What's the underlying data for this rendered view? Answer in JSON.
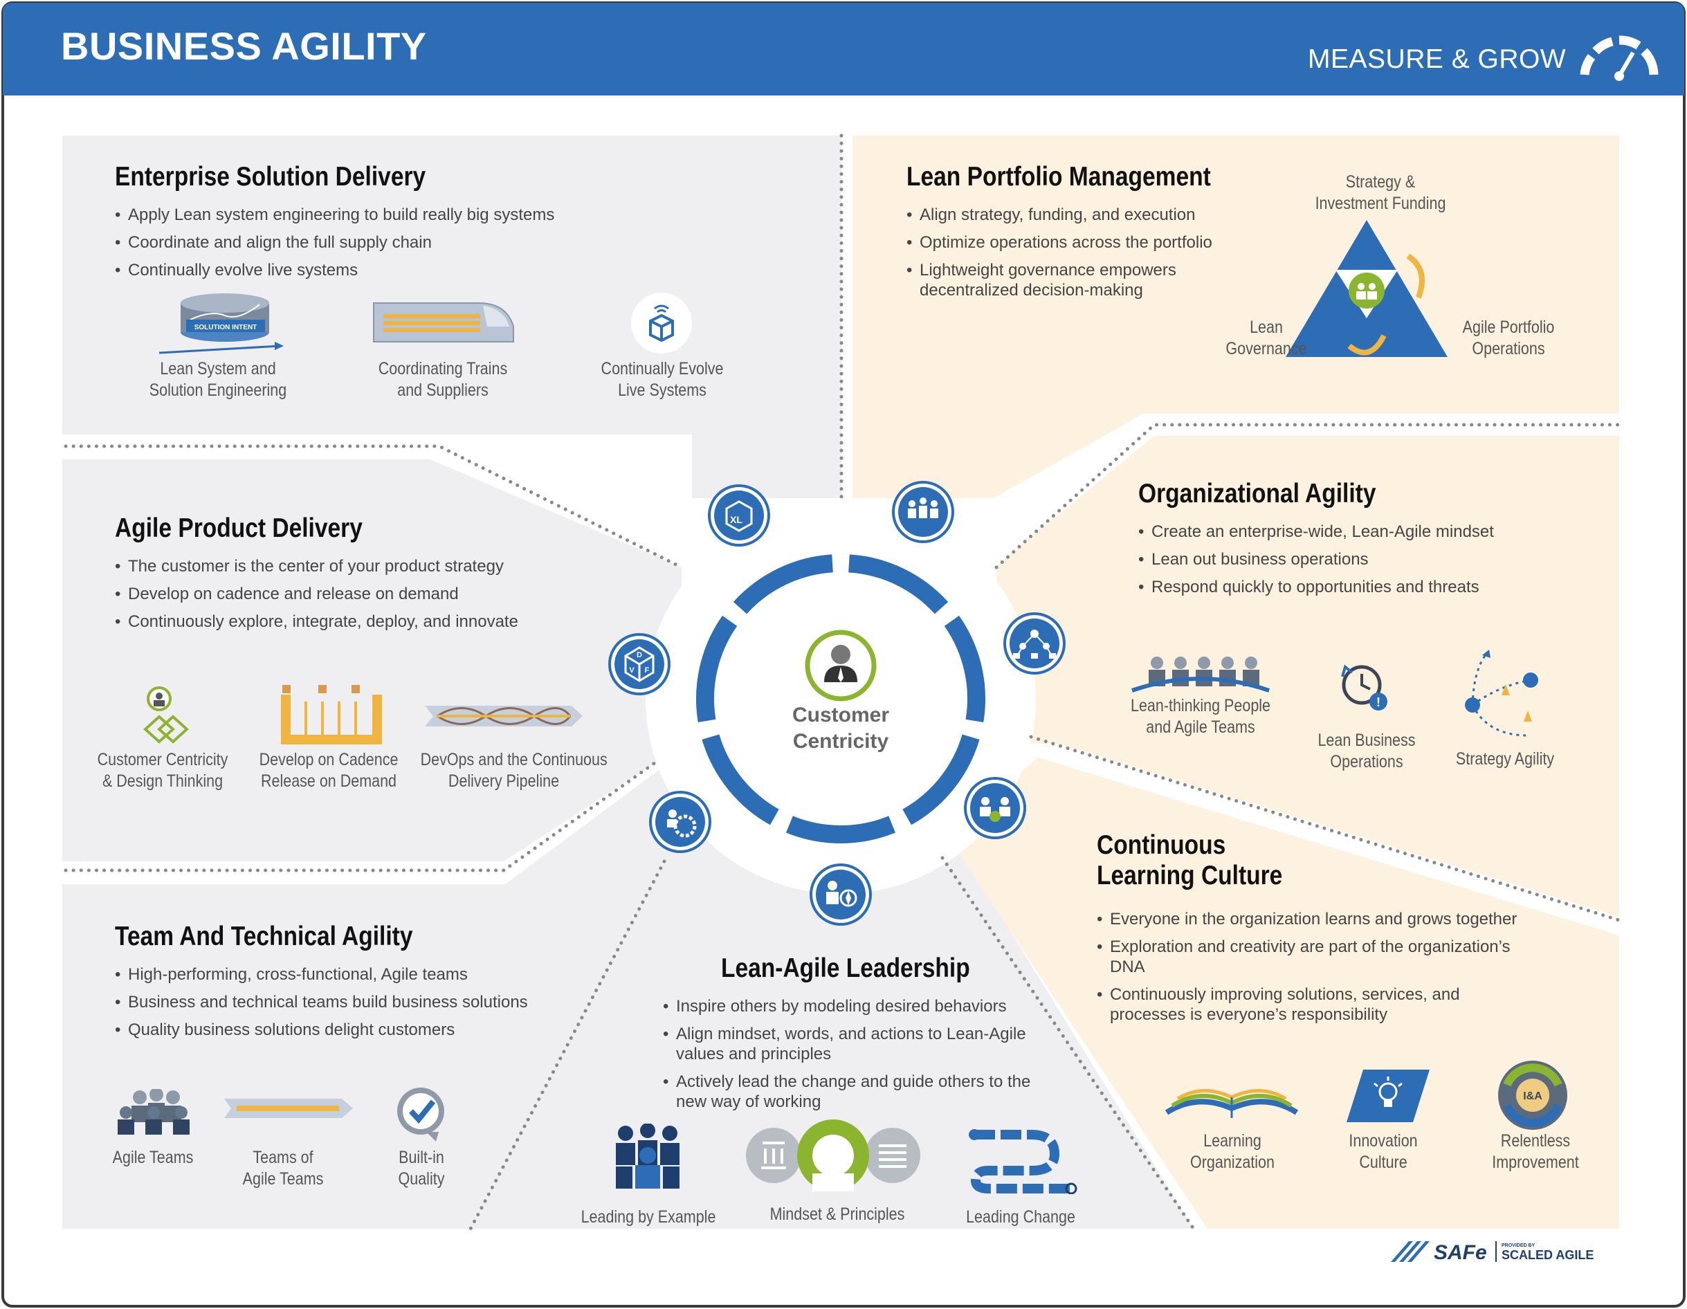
{
  "header": {
    "title": "BUSINESS AGILITY",
    "right_label": "MEASURE & GROW",
    "icon": "gauge-icon",
    "background": "#2c6db5"
  },
  "colors": {
    "blue": "#2c6db5",
    "grey_panel": "#efeff2",
    "cream_panel": "#fdf1df",
    "green": "#8cb52f",
    "orange": "#f0b441"
  },
  "center": {
    "line1": "Customer",
    "line2": "Centricity",
    "icon": "customer-icon"
  },
  "ring_icons": [
    "large-solution-icon",
    "portfolio-icon",
    "organization-network-icon",
    "learning-culture-icon",
    "leadership-icon",
    "team-gear-icon",
    "design-thinking-cube-icon"
  ],
  "sections": {
    "esd": {
      "title": "Enterprise Solution Delivery",
      "bullets": [
        "Apply Lean system engineering to build really big systems",
        "Coordinate and align the full supply chain",
        "Continually evolve live systems"
      ],
      "icons": [
        {
          "line1": "Lean System and",
          "line2": "Solution Engineering",
          "badge": "SOLUTION INTENT"
        },
        {
          "line1": "Coordinating Trains",
          "line2": "and Suppliers"
        },
        {
          "line1": "Continually Evolve",
          "line2": "Live Systems"
        }
      ]
    },
    "lpm": {
      "title": "Lean Portfolio Management",
      "bullets": [
        "Align strategy, funding, and execution",
        "Optimize operations across the portfolio",
        "Lightweight governance empowers decentralized decision-making"
      ],
      "triangle": {
        "top1": "Strategy &",
        "top2": "Investment Funding",
        "left1": "Lean",
        "left2": "Governance",
        "right1": "Agile Portfolio",
        "right2": "Operations"
      }
    },
    "apd": {
      "title": "Agile Product Delivery",
      "bullets": [
        "The customer is the center of your product strategy",
        "Develop on cadence and release on demand",
        "Continuously explore, integrate, deploy, and innovate"
      ],
      "icons": [
        {
          "line1": "Customer Centricity",
          "line2": "& Design Thinking"
        },
        {
          "line1": "Develop on Cadence",
          "line2": "Release on Demand"
        },
        {
          "line1": "DevOps and the Continuous",
          "line2": "Delivery Pipeline"
        }
      ]
    },
    "oa": {
      "title": "Organizational Agility",
      "bullets": [
        "Create an enterprise-wide, Lean-Agile mindset",
        "Lean out business operations",
        "Respond quickly to opportunities and threats"
      ],
      "icons": [
        {
          "line1": "Lean-thinking People",
          "line2": "and Agile Teams"
        },
        {
          "line1": "Lean Business",
          "line2": "Operations"
        },
        {
          "line1": "Strategy Agility",
          "line2": ""
        }
      ]
    },
    "tta": {
      "title": "Team And Technical Agility",
      "bullets": [
        "High-performing, cross-functional, Agile teams",
        "Business and technical teams build business solutions",
        "Quality business solutions delight customers"
      ],
      "icons": [
        {
          "line1": "Agile Teams",
          "line2": ""
        },
        {
          "line1": "Teams of",
          "line2": "Agile Teams"
        },
        {
          "line1": "Built-in",
          "line2": "Quality"
        }
      ]
    },
    "lal": {
      "title": "Lean-Agile Leadership",
      "bullets": [
        "Inspire others by modeling desired behaviors",
        "Align mindset, words, and actions to Lean-Agile values and principles",
        "Actively lead the change and guide others to the new way of working"
      ],
      "icons": [
        {
          "line1": "Leading by Example"
        },
        {
          "line1": "Mindset & Principles"
        },
        {
          "line1": "Leading Change"
        }
      ]
    },
    "clc": {
      "title_line1": "Continuous",
      "title_line2": "Learning Culture",
      "bullets": [
        "Everyone in the organization learns and grows together",
        "Exploration and creativity are part of the organization’s DNA",
        "Continuously improving solutions, services, and processes is everyone’s responsibility"
      ],
      "icons": [
        {
          "line1": "Learning",
          "line2": "Organization"
        },
        {
          "line1": "Innovation",
          "line2": "Culture"
        },
        {
          "line1": "Relentless",
          "line2": "Improvement",
          "badge": "I&A"
        }
      ]
    }
  },
  "footer": {
    "brand": "SAFe",
    "provided_by": "PROVIDED BY",
    "company": "SCALED AGILE"
  }
}
